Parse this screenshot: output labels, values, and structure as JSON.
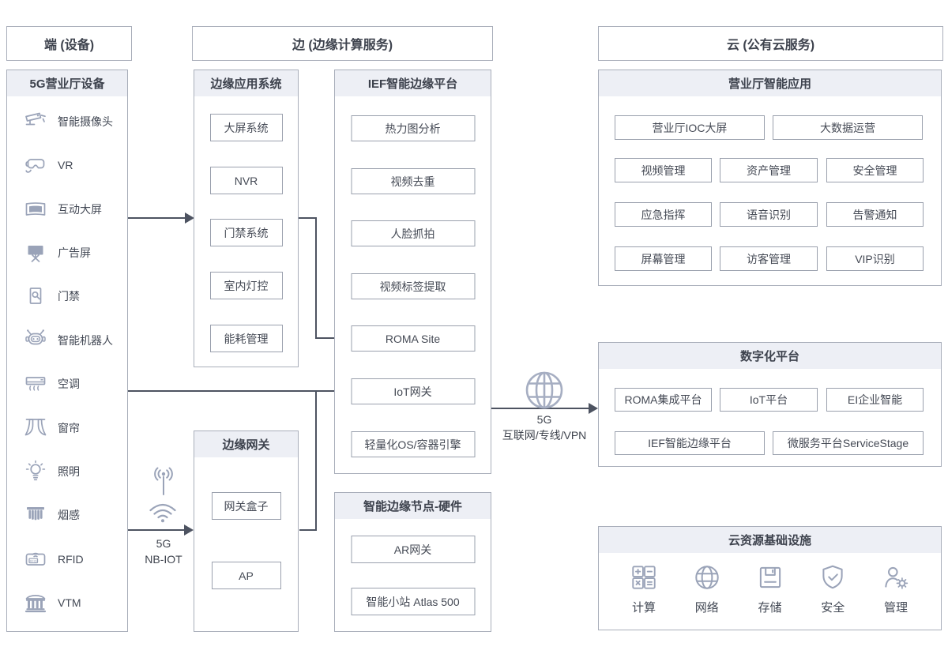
{
  "headers": {
    "device": "端 (设备)",
    "edge": "边 (边缘计算服务)",
    "cloud": "云 (公有云服务)"
  },
  "device_panel": {
    "title": "5G营业厅设备",
    "items": [
      {
        "icon": "cctv-camera-icon",
        "label": "智能摄像头"
      },
      {
        "icon": "vr-headset-icon",
        "label": "VR"
      },
      {
        "icon": "interactive-screen-icon",
        "label": "互动大屏"
      },
      {
        "icon": "ad-screen-icon",
        "label": "广告屏"
      },
      {
        "icon": "access-control-icon",
        "label": "门禁"
      },
      {
        "icon": "robot-icon",
        "label": "智能机器人"
      },
      {
        "icon": "air-conditioner-icon",
        "label": "空调"
      },
      {
        "icon": "curtain-icon",
        "label": "窗帘"
      },
      {
        "icon": "light-bulb-icon",
        "label": "照明"
      },
      {
        "icon": "smoke-sensor-icon",
        "label": "烟感"
      },
      {
        "icon": "rfid-icon",
        "label": "RFID"
      },
      {
        "icon": "vtm-icon",
        "label": "VTM"
      }
    ]
  },
  "edge_app_panel": {
    "title": "边缘应用系统",
    "items": [
      "大屏系统",
      "NVR",
      "门禁系统",
      "室内灯控",
      "能耗管理"
    ]
  },
  "ief_panel": {
    "title": "IEF智能边缘平台",
    "items": [
      "热力图分析",
      "视频去重",
      "人脸抓拍",
      "视频标签提取",
      "ROMA Site",
      "IoT网关",
      "轻量化OS/容器引擎"
    ]
  },
  "gateway_panel": {
    "title": "边缘网关",
    "items": [
      "网关盒子",
      "AP"
    ]
  },
  "hardware_panel": {
    "title": "智能边缘节点-硬件",
    "items": [
      "AR网关",
      "智能小站 Atlas 500"
    ]
  },
  "apps_panel": {
    "title": "营业厅智能应用",
    "row1": [
      "营业厅IOC大屏",
      "大数据运营"
    ],
    "grid": [
      "视频管理",
      "资产管理",
      "安全管理",
      "应急指挥",
      "语音识别",
      "告警通知",
      "屏幕管理",
      "访客管理",
      "VIP识别"
    ]
  },
  "digital_panel": {
    "title": "数字化平台",
    "row1": [
      "ROMA集成平台",
      "IoT平台",
      "EI企业智能"
    ],
    "row2": [
      "IEF智能边缘平台",
      "微服务平台ServiceStage"
    ]
  },
  "infra_panel": {
    "title": "云资源基础设施",
    "items": [
      {
        "icon": "compute-icon",
        "label": "计算"
      },
      {
        "icon": "network-globe-icon",
        "label": "网络"
      },
      {
        "icon": "storage-icon",
        "label": "存储"
      },
      {
        "icon": "security-shield-icon",
        "label": "安全"
      },
      {
        "icon": "management-icon",
        "label": "管理"
      }
    ]
  },
  "connectors": {
    "nb_iot_label": {
      "line1": "5G",
      "line2": "NB-IOT"
    },
    "wan_label": {
      "line1": "5G",
      "line2": "互联网/专线/VPN"
    }
  },
  "colors": {
    "panel_border": "#a9aeba",
    "header_bg": "#edeff5",
    "box_border": "#9aa0ad",
    "text": "#3f444e",
    "icon": "#9aa3b8",
    "connector": "#4d5361"
  }
}
